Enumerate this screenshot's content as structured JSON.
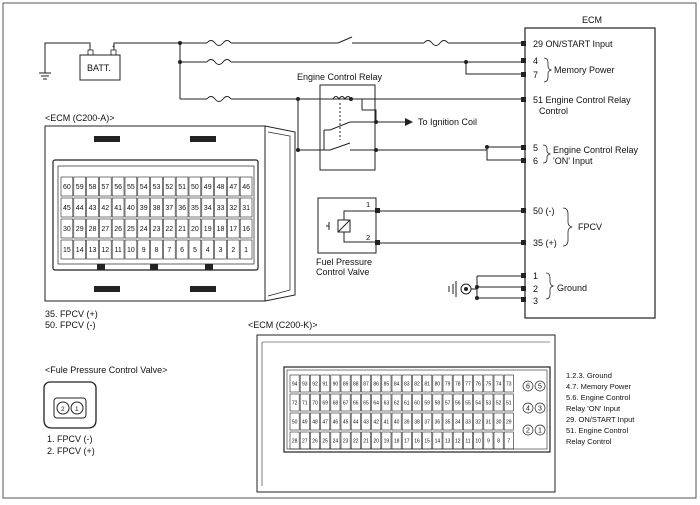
{
  "ecm_title": "ECM",
  "battery_label": "BATT.",
  "relay_title": "Engine Control Relay",
  "ignition_coil": "To Ignition Coil",
  "fpcv_block_line1": "Fuel Pressure",
  "fpcv_block_line2": "Control Valve",
  "fpcv_pin1": "1",
  "fpcv_pin2": "2",
  "ecm_pins": [
    {
      "num": "29",
      "text": "ON/START Input"
    },
    {
      "num": "4",
      "text": ""
    },
    {
      "num": "7",
      "text": ""
    },
    {
      "num": "51",
      "text": "Engine Control Relay"
    },
    {
      "num": "5",
      "text": ""
    },
    {
      "num": "6",
      "text": ""
    },
    {
      "num": "50 (-)",
      "text": ""
    },
    {
      "num": "35 (+)",
      "text": ""
    },
    {
      "num": "1",
      "text": ""
    },
    {
      "num": "2",
      "text": ""
    },
    {
      "num": "3",
      "text": ""
    }
  ],
  "ecm_extra": {
    "control": "Control",
    "memory_power": "Memory Power",
    "relay_on_line1": "Engine Control Relay",
    "relay_on_line2": "'ON' Input",
    "fpcv": "FPCV",
    "ground": "Ground"
  },
  "conn_a_title": "<ECM (C200-A)>",
  "conn_a_row1": [
    "60",
    "59",
    "58",
    "57",
    "56",
    "55",
    "54",
    "53",
    "52",
    "51",
    "50",
    "49",
    "48",
    "47",
    "46"
  ],
  "conn_a_row2": [
    "45",
    "44",
    "43",
    "42",
    "41",
    "40",
    "39",
    "38",
    "37",
    "36",
    "35",
    "34",
    "33",
    "32",
    "31"
  ],
  "conn_a_row3": [
    "30",
    "29",
    "28",
    "27",
    "26",
    "25",
    "24",
    "23",
    "22",
    "21",
    "20",
    "19",
    "18",
    "17",
    "16"
  ],
  "conn_a_row4": [
    "15",
    "14",
    "13",
    "12",
    "11",
    "10",
    "9",
    "8",
    "7",
    "6",
    "5",
    "4",
    "3",
    "2",
    "1"
  ],
  "conn_a_pins": [
    "35. FPCV (+)",
    "50. FPCV (-)"
  ],
  "valve_title": "<Fule Pressure Control Valve>",
  "valve_pins": [
    "1. FPCV (-)",
    "2. FPCV (+)"
  ],
  "valve_connector_pins": [
    "2",
    "1"
  ],
  "conn_k_title": "<ECM (C200-K)>",
  "conn_k_row1": [
    "94",
    "93",
    "92",
    "91",
    "90",
    "89",
    "88",
    "87",
    "86",
    "85",
    "84",
    "83",
    "82",
    "81",
    "80",
    "79",
    "78",
    "77",
    "76",
    "75",
    "74",
    "73"
  ],
  "conn_k_row2": [
    "72",
    "71",
    "70",
    "69",
    "68",
    "67",
    "66",
    "65",
    "64",
    "63",
    "62",
    "61",
    "60",
    "59",
    "58",
    "57",
    "56",
    "55",
    "54",
    "53",
    "52",
    "51"
  ],
  "conn_k_row3": [
    "50",
    "49",
    "48",
    "47",
    "46",
    "45",
    "44",
    "43",
    "42",
    "41",
    "40",
    "39",
    "38",
    "37",
    "36",
    "35",
    "34",
    "33",
    "32",
    "31",
    "30",
    "29"
  ],
  "conn_k_row4": [
    "28",
    "27",
    "26",
    "25",
    "24",
    "23",
    "22",
    "21",
    "20",
    "19",
    "18",
    "17",
    "16",
    "15",
    "14",
    "13",
    "12",
    "11",
    "10",
    "9",
    "8",
    "7"
  ],
  "conn_k_side": [
    "6",
    "5",
    "4",
    "3",
    "2",
    "1"
  ],
  "conn_k_legend": [
    "1.2.3. Ground",
    "4.7. Memory Power",
    "5.6. Engine Control",
    "Relay 'ON' Input",
    "29. ON/START Input",
    "51. Engine Control",
    "Relay Control"
  ]
}
